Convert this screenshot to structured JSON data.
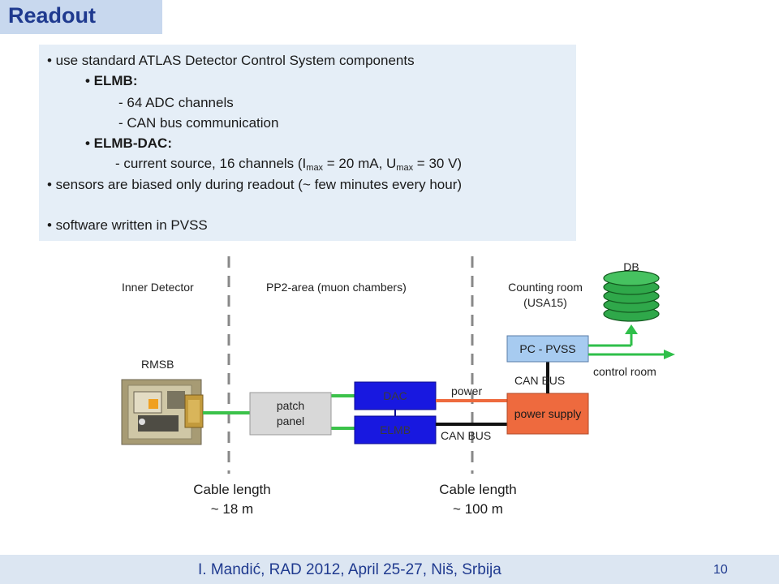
{
  "slide": {
    "title": "Readout",
    "footer": "I. Mandić, RAD 2012, April 25-27, Niš, Srbija",
    "page_number": "10"
  },
  "bullets": {
    "b1": "• use standard ATLAS Detector Control System components",
    "b2_label": "• ELMB:",
    "b2_1": "- 64 ADC channels",
    "b2_2": "- CAN bus communication",
    "b3_label": "• ELMB-DAC:",
    "b3_1_pre": "- current source, 16 channels  (I",
    "b3_1_sub1": "max",
    "b3_1_mid": " = 20 mA, U",
    "b3_1_sub2": "max",
    "b3_1_post": " = 30 V)",
    "b4": "• sensors are biased only during readout (~ few minutes every hour)",
    "b5": "• software written in PVSS"
  },
  "diagram": {
    "area_inner": "Inner Detector",
    "area_pp2": "PP2-area (muon chambers)",
    "area_counting_1": "Counting room",
    "area_counting_2": "(USA15)",
    "db": "DB",
    "rmsb": "RMSB",
    "patch_1": "patch",
    "patch_2": "panel",
    "dac": "DAC",
    "elmb": "ELMB",
    "pc": "PC - PVSS",
    "ps": "power supply",
    "power": "power",
    "can_bus_top": "CAN  BUS",
    "can_bus_bottom": "CAN BUS",
    "control_room": "control room",
    "cable1_l1": "Cable length",
    "cable1_l2": "~ 18 m",
    "cable2_l1": "Cable length",
    "cable2_l2": "~ 100 m",
    "colors": {
      "blue_box": "#1818e0",
      "pc_box": "#a7cbf0",
      "power_supply": "#ee6a3e",
      "db_green": "#2fa84a",
      "arrow_green": "#2fbf4a",
      "cable_green": "#3bc24a"
    }
  }
}
